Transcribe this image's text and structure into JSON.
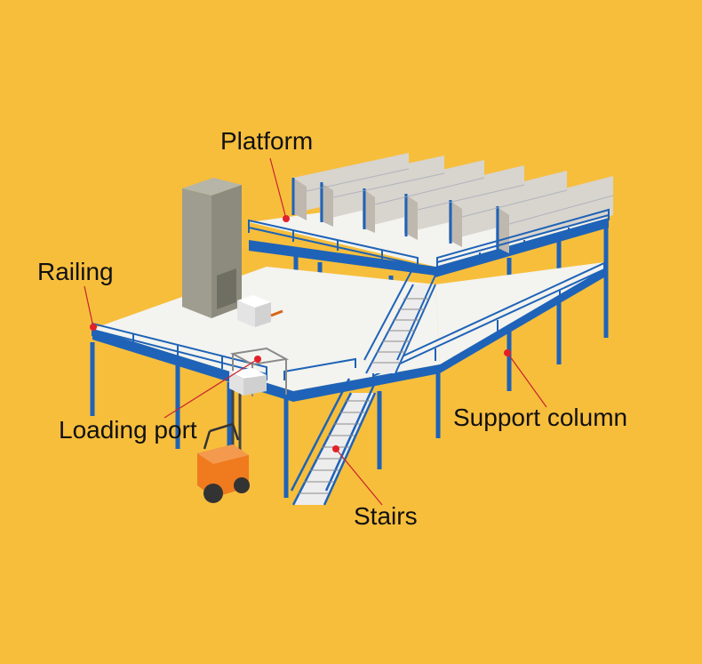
{
  "colors": {
    "background": "#F7BE3C",
    "steel_blue": "#1E63B8",
    "deck": "#F3F3EF",
    "forklift": "#F07A1E",
    "marker": "#E3202A",
    "leader": "#C8242C"
  },
  "labels": {
    "platform": "Platform",
    "railing": "Railing",
    "loading_port": "Loading port",
    "support_column": "Support column",
    "stairs": "Stairs"
  }
}
